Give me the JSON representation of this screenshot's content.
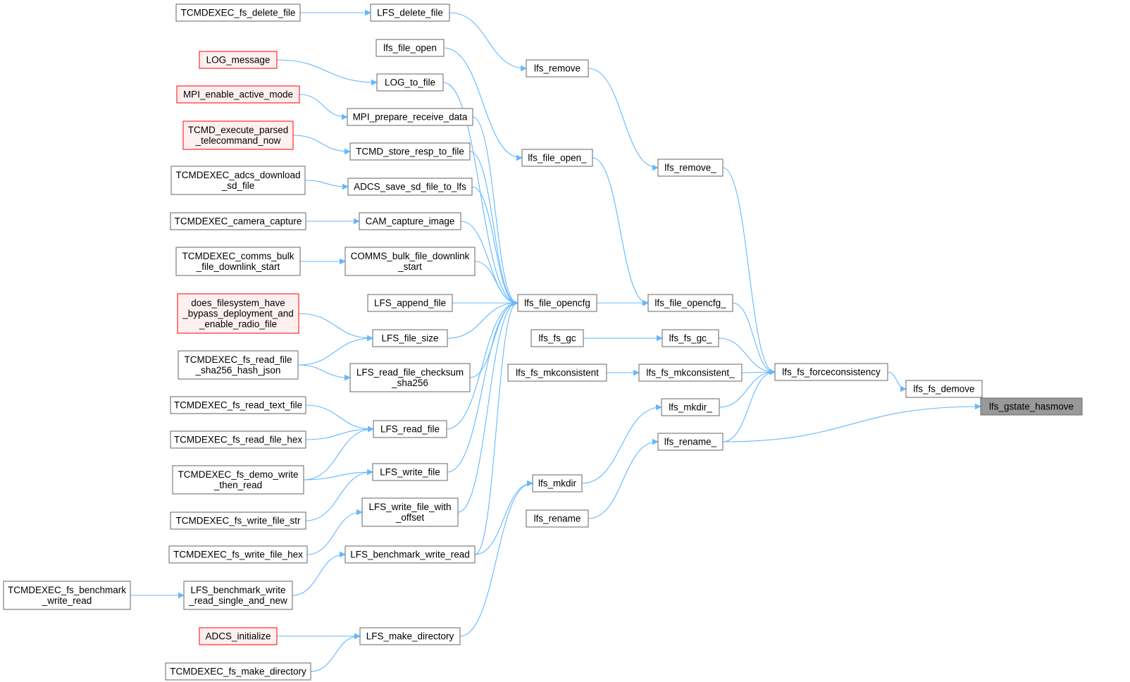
{
  "graph": {
    "nodes": [
      {
        "id": "gstate_hasmove",
        "label": [
          "lfs_gstate_hasmove"
        ],
        "style": "gray"
      },
      {
        "id": "fs_demove",
        "label": [
          "lfs_fs_demove"
        ],
        "style": "normal"
      },
      {
        "id": "fs_forceconsistency",
        "label": [
          "lfs_fs_forceconsistency"
        ],
        "style": "normal"
      },
      {
        "id": "rename_",
        "label": [
          "lfs_rename_"
        ],
        "style": "normal"
      },
      {
        "id": "rename",
        "label": [
          "lfs_rename"
        ],
        "style": "normal"
      },
      {
        "id": "remove_",
        "label": [
          "lfs_remove_"
        ],
        "style": "normal"
      },
      {
        "id": "remove",
        "label": [
          "lfs_remove"
        ],
        "style": "normal"
      },
      {
        "id": "LFS_delete_file",
        "label": [
          "LFS_delete_file"
        ],
        "style": "normal"
      },
      {
        "id": "TCMDEXEC_fs_delete_file",
        "label": [
          "TCMDEXEC_fs_delete_file"
        ],
        "style": "normal"
      },
      {
        "id": "file_opencfg_",
        "label": [
          "lfs_file_opencfg_"
        ],
        "style": "normal"
      },
      {
        "id": "file_opencfg",
        "label": [
          "lfs_file_opencfg"
        ],
        "style": "normal"
      },
      {
        "id": "file_open_",
        "label": [
          "lfs_file_open_"
        ],
        "style": "normal"
      },
      {
        "id": "file_open",
        "label": [
          "lfs_file_open"
        ],
        "style": "normal"
      },
      {
        "id": "fs_gc_",
        "label": [
          "lfs_fs_gc_"
        ],
        "style": "normal"
      },
      {
        "id": "fs_gc",
        "label": [
          "lfs_fs_gc"
        ],
        "style": "normal"
      },
      {
        "id": "fs_mkconsistent_",
        "label": [
          "lfs_fs_mkconsistent_"
        ],
        "style": "normal"
      },
      {
        "id": "fs_mkconsistent",
        "label": [
          "lfs_fs_mkconsistent"
        ],
        "style": "normal"
      },
      {
        "id": "mkdir_",
        "label": [
          "lfs_mkdir_"
        ],
        "style": "normal"
      },
      {
        "id": "mkdir",
        "label": [
          "lfs_mkdir"
        ],
        "style": "normal"
      },
      {
        "id": "LOG_to_file",
        "label": [
          "LOG_to_file"
        ],
        "style": "normal"
      },
      {
        "id": "LOG_message",
        "label": [
          "LOG_message"
        ],
        "style": "red"
      },
      {
        "id": "MPI_prepare_receive_data",
        "label": [
          "MPI_prepare_receive_data"
        ],
        "style": "normal"
      },
      {
        "id": "MPI_enable_active_mode",
        "label": [
          "MPI_enable_active_mode"
        ],
        "style": "red"
      },
      {
        "id": "TCMD_store_resp_to_file",
        "label": [
          "TCMD_store_resp_to_file"
        ],
        "style": "normal"
      },
      {
        "id": "TCMD_execute_parsed",
        "label": [
          "TCMD_execute_parsed",
          "_telecommand_now"
        ],
        "style": "red"
      },
      {
        "id": "ADCS_save_sd_file_to_lfs",
        "label": [
          "ADCS_save_sd_file_to_lfs"
        ],
        "style": "normal"
      },
      {
        "id": "TCMDEXEC_adcs_download",
        "label": [
          "TCMDEXEC_adcs_download",
          "_sd_file"
        ],
        "style": "normal"
      },
      {
        "id": "CAM_capture_image",
        "label": [
          "CAM_capture_image"
        ],
        "style": "normal"
      },
      {
        "id": "TCMDEXEC_camera_capture",
        "label": [
          "TCMDEXEC_camera_capture"
        ],
        "style": "normal"
      },
      {
        "id": "COMMS_bulk",
        "label": [
          "COMMS_bulk_file_downlink",
          "_start"
        ],
        "style": "normal"
      },
      {
        "id": "TCMDEXEC_comms_bulk",
        "label": [
          "TCMDEXEC_comms_bulk",
          "_file_downlink_start"
        ],
        "style": "normal"
      },
      {
        "id": "LFS_append_file",
        "label": [
          "LFS_append_file"
        ],
        "style": "normal"
      },
      {
        "id": "LFS_file_size",
        "label": [
          "LFS_file_size"
        ],
        "style": "normal"
      },
      {
        "id": "does_filesystem",
        "label": [
          "does_filesystem_have",
          "_bypass_deployment_and",
          "_enable_radio_file"
        ],
        "style": "red"
      },
      {
        "id": "LFS_read_file_checksum",
        "label": [
          "LFS_read_file_checksum",
          "_sha256"
        ],
        "style": "normal"
      },
      {
        "id": "TCMDEXEC_fs_read_file_sha",
        "label": [
          "TCMDEXEC_fs_read_file",
          "_sha256_hash_json"
        ],
        "style": "normal"
      },
      {
        "id": "LFS_read_file",
        "label": [
          "LFS_read_file"
        ],
        "style": "normal"
      },
      {
        "id": "TCMDEXEC_fs_read_text_file",
        "label": [
          "TCMDEXEC_fs_read_text_file"
        ],
        "style": "normal"
      },
      {
        "id": "TCMDEXEC_fs_read_file_hex",
        "label": [
          "TCMDEXEC_fs_read_file_hex"
        ],
        "style": "normal"
      },
      {
        "id": "TCMDEXEC_fs_demo_write",
        "label": [
          "TCMDEXEC_fs_demo_write",
          "_then_read"
        ],
        "style": "normal"
      },
      {
        "id": "LFS_write_file",
        "label": [
          "LFS_write_file"
        ],
        "style": "normal"
      },
      {
        "id": "TCMDEXEC_fs_write_file_str",
        "label": [
          "TCMDEXEC_fs_write_file_str"
        ],
        "style": "normal"
      },
      {
        "id": "LFS_write_file_with_offset",
        "label": [
          "LFS_write_file_with",
          "_offset"
        ],
        "style": "normal"
      },
      {
        "id": "TCMDEXEC_fs_write_file_hex",
        "label": [
          "TCMDEXEC_fs_write_file_hex"
        ],
        "style": "normal"
      },
      {
        "id": "LFS_benchmark_write_read",
        "label": [
          "LFS_benchmark_write_read"
        ],
        "style": "normal"
      },
      {
        "id": "LFS_benchmark_single",
        "label": [
          "LFS_benchmark_write",
          "_read_single_and_new"
        ],
        "style": "normal"
      },
      {
        "id": "TCMDEXEC_fs_benchmark",
        "label": [
          "TCMDEXEC_fs_benchmark",
          "_write_read"
        ],
        "style": "normal"
      },
      {
        "id": "LFS_make_directory",
        "label": [
          "LFS_make_directory"
        ],
        "style": "normal"
      },
      {
        "id": "ADCS_initialize",
        "label": [
          "ADCS_initialize"
        ],
        "style": "red"
      },
      {
        "id": "TCMDEXEC_fs_make_directory",
        "label": [
          "TCMDEXEC_fs_make_directory"
        ],
        "style": "normal"
      }
    ],
    "edges": [
      {
        "from": "fs_demove",
        "to": "gstate_hasmove"
      },
      {
        "from": "rename_",
        "to": "gstate_hasmove"
      },
      {
        "from": "fs_forceconsistency",
        "to": "fs_demove"
      },
      {
        "from": "remove_",
        "to": "fs_forceconsistency"
      },
      {
        "from": "file_opencfg_",
        "to": "fs_forceconsistency"
      },
      {
        "from": "fs_gc_",
        "to": "fs_forceconsistency"
      },
      {
        "from": "fs_mkconsistent_",
        "to": "fs_forceconsistency"
      },
      {
        "from": "mkdir_",
        "to": "fs_forceconsistency"
      },
      {
        "from": "rename_",
        "to": "fs_forceconsistency"
      },
      {
        "from": "remove",
        "to": "remove_"
      },
      {
        "from": "LFS_delete_file",
        "to": "remove"
      },
      {
        "from": "TCMDEXEC_fs_delete_file",
        "to": "LFS_delete_file"
      },
      {
        "from": "file_opencfg",
        "to": "file_opencfg_"
      },
      {
        "from": "file_open_",
        "to": "file_opencfg_"
      },
      {
        "from": "file_open",
        "to": "file_open_"
      },
      {
        "from": "fs_gc",
        "to": "fs_gc_"
      },
      {
        "from": "fs_mkconsistent",
        "to": "fs_mkconsistent_"
      },
      {
        "from": "mkdir",
        "to": "mkdir_"
      },
      {
        "from": "rename",
        "to": "rename_"
      },
      {
        "from": "LOG_to_file",
        "to": "file_opencfg"
      },
      {
        "from": "MPI_prepare_receive_data",
        "to": "file_opencfg"
      },
      {
        "from": "TCMD_store_resp_to_file",
        "to": "file_opencfg"
      },
      {
        "from": "ADCS_save_sd_file_to_lfs",
        "to": "file_opencfg"
      },
      {
        "from": "CAM_capture_image",
        "to": "file_opencfg"
      },
      {
        "from": "COMMS_bulk",
        "to": "file_opencfg"
      },
      {
        "from": "LFS_append_file",
        "to": "file_opencfg"
      },
      {
        "from": "LFS_file_size",
        "to": "file_opencfg"
      },
      {
        "from": "LFS_read_file_checksum",
        "to": "file_opencfg"
      },
      {
        "from": "LFS_read_file",
        "to": "file_opencfg"
      },
      {
        "from": "LFS_write_file",
        "to": "file_opencfg"
      },
      {
        "from": "LFS_write_file_with_offset",
        "to": "file_opencfg"
      },
      {
        "from": "LFS_benchmark_write_read",
        "to": "file_opencfg"
      },
      {
        "from": "LOG_message",
        "to": "LOG_to_file"
      },
      {
        "from": "MPI_enable_active_mode",
        "to": "MPI_prepare_receive_data"
      },
      {
        "from": "TCMD_execute_parsed",
        "to": "TCMD_store_resp_to_file"
      },
      {
        "from": "TCMDEXEC_adcs_download",
        "to": "ADCS_save_sd_file_to_lfs"
      },
      {
        "from": "TCMDEXEC_camera_capture",
        "to": "CAM_capture_image"
      },
      {
        "from": "TCMDEXEC_comms_bulk",
        "to": "COMMS_bulk"
      },
      {
        "from": "does_filesystem",
        "to": "LFS_file_size"
      },
      {
        "from": "TCMDEXEC_fs_read_file_sha",
        "to": "LFS_file_size"
      },
      {
        "from": "TCMDEXEC_fs_read_file_sha",
        "to": "LFS_read_file_checksum"
      },
      {
        "from": "TCMDEXEC_fs_read_text_file",
        "to": "LFS_read_file"
      },
      {
        "from": "TCMDEXEC_fs_read_file_hex",
        "to": "LFS_read_file"
      },
      {
        "from": "TCMDEXEC_fs_demo_write",
        "to": "LFS_read_file"
      },
      {
        "from": "TCMDEXEC_fs_demo_write",
        "to": "LFS_write_file"
      },
      {
        "from": "TCMDEXEC_fs_write_file_str",
        "to": "LFS_write_file"
      },
      {
        "from": "TCMDEXEC_fs_write_file_hex",
        "to": "LFS_write_file_with_offset"
      },
      {
        "from": "LFS_benchmark_single",
        "to": "LFS_benchmark_write_read"
      },
      {
        "from": "TCMDEXEC_fs_benchmark",
        "to": "LFS_benchmark_single"
      },
      {
        "from": "LFS_benchmark_write_read",
        "to": "mkdir"
      },
      {
        "from": "LFS_make_directory",
        "to": "mkdir"
      },
      {
        "from": "ADCS_initialize",
        "to": "LFS_make_directory"
      },
      {
        "from": "TCMDEXEC_fs_make_directory",
        "to": "LFS_make_directory"
      }
    ]
  }
}
